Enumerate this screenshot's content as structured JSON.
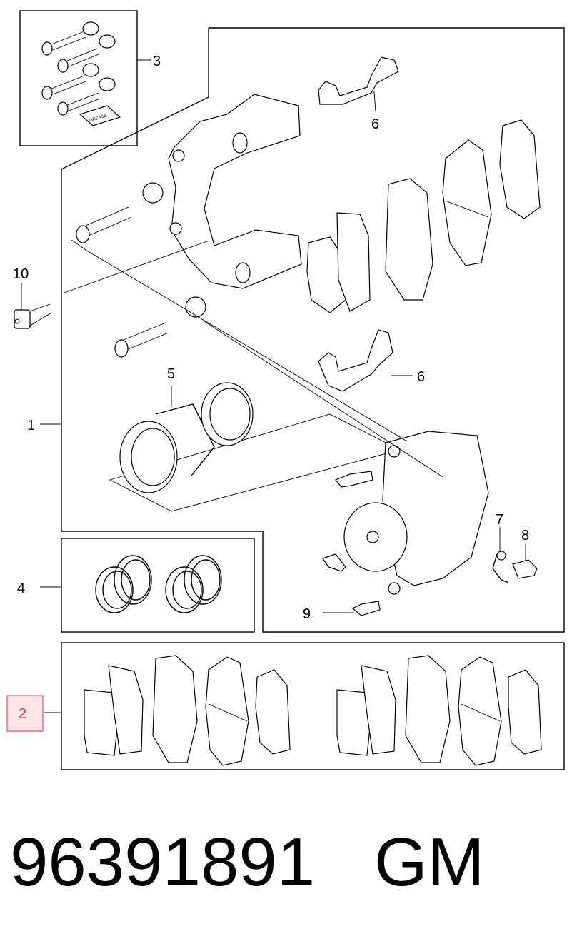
{
  "diagram": {
    "callouts": {
      "c1": "1",
      "c2": "2",
      "c3": "3",
      "c4": "4",
      "c5": "5",
      "c6a": "6",
      "c6b": "6",
      "c7": "7",
      "c8": "8",
      "c9": "9",
      "c10": "10"
    },
    "grease_label": "GREASE",
    "highlight_color": "#e07080",
    "highlight_fill": "#fde4e8"
  },
  "footer": {
    "part_number": "96391891",
    "brand": "GM"
  }
}
